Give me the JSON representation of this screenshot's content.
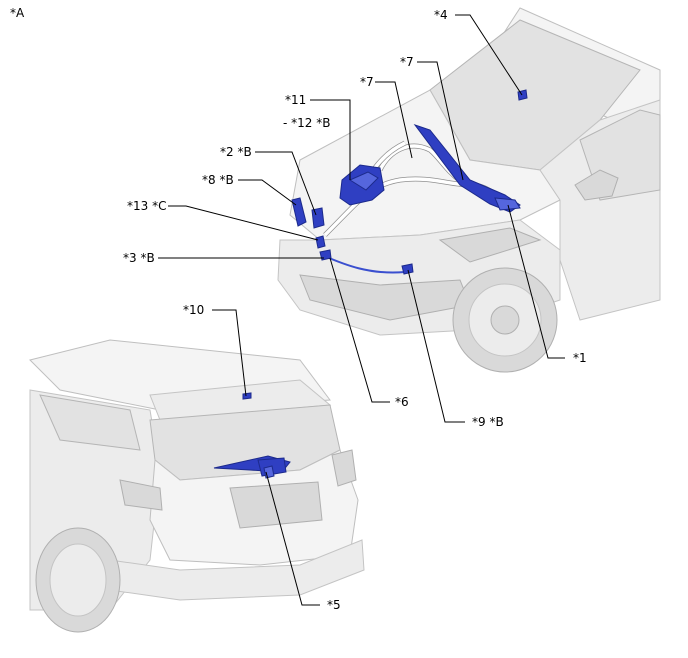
{
  "title_tag": "*A",
  "callouts": {
    "c1": "*1",
    "c2": "*2 *B",
    "c3": "*3 *B",
    "c4": "*4",
    "c5": "*5",
    "c6": "*6",
    "c7a": "*7",
    "c7b": "*7",
    "c8": "*8 *B",
    "c9": "*9 *B",
    "c10": "*10",
    "c11": "*11",
    "c12": "- *12 *B",
    "c13": "*13 *C"
  },
  "colors": {
    "highlight_part": "#2f3fc2",
    "hose": "#ffffff",
    "car_body": "#f4f4f4",
    "leader_line": "#000000"
  }
}
